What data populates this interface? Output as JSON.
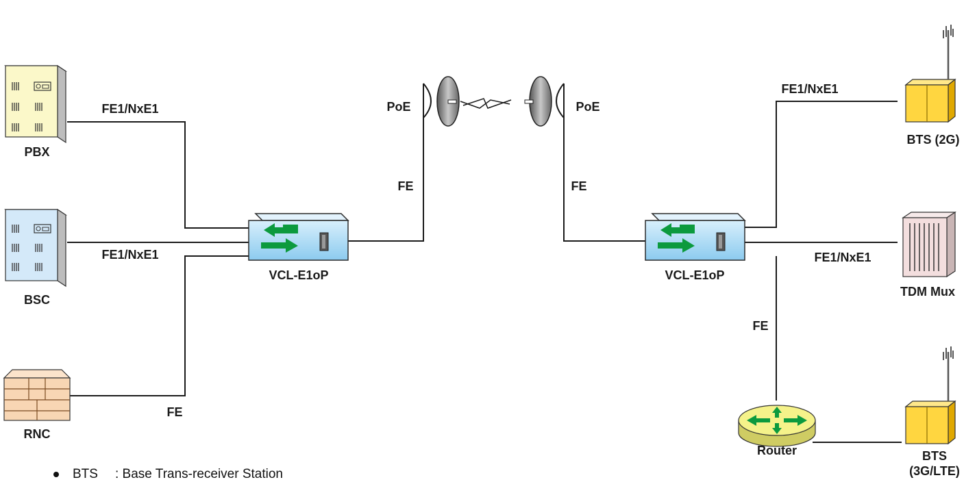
{
  "devices": {
    "pbx": "PBX",
    "bsc": "BSC",
    "rnc": "RNC",
    "vcl_left": "VCL-E1oP",
    "vcl_right": "VCL-E1oP",
    "bts_2g": "BTS (2G)",
    "tdm_mux": "TDM Mux",
    "router": "Router",
    "bts_3g_line1": "BTS",
    "bts_3g_line2": "(3G/LTE)"
  },
  "links": {
    "pbx_link": "FE1/NxE1",
    "bsc_link": "FE1/NxE1",
    "rnc_link": "FE",
    "left_fe": "FE",
    "left_poe": "PoE",
    "right_poe": "PoE",
    "right_fe": "FE",
    "bts2g_link": "FE1/NxE1",
    "tdm_link": "FE1/NxE1",
    "router_link": "FE"
  },
  "legend": {
    "abbr": "BTS",
    "text": ": Base Trans-receiver Station"
  },
  "colors": {
    "pbx_body": "#fbf8c9",
    "bsc_body": "#d4e9f9",
    "rnc_body": "#f8d6b4",
    "vcl_body": "#a8d8f4",
    "arrow": "#0c9a3e",
    "bts_body": "#ffd640",
    "mux_body": "#f3dede",
    "router_body": "#f5f28a"
  }
}
